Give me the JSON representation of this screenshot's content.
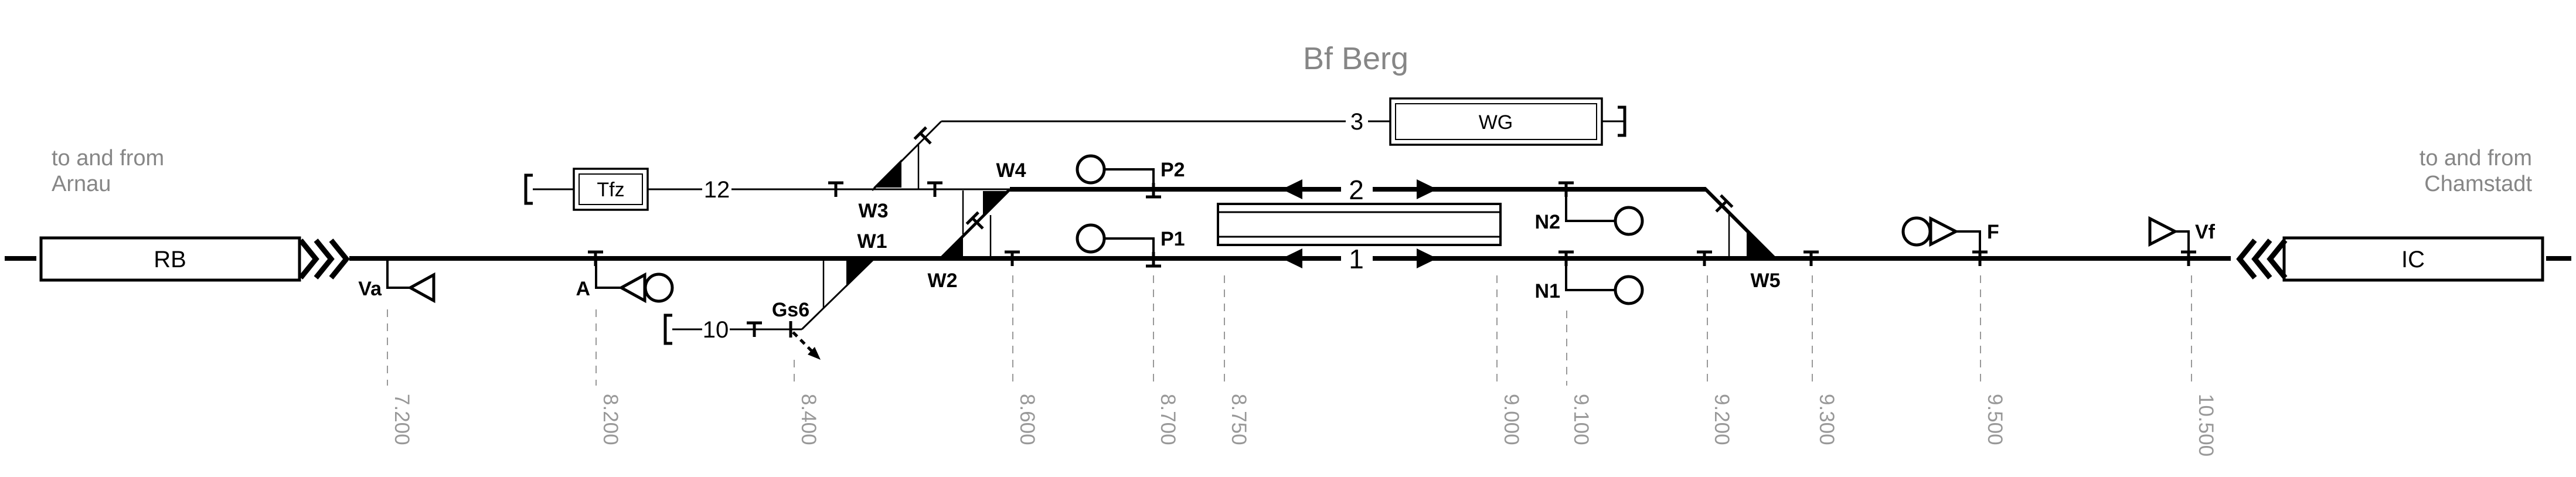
{
  "title": "Bf Berg",
  "notes": {
    "left": {
      "l1": "to and from",
      "l2": "Arnau"
    },
    "right": {
      "l1": "to and from",
      "l2": "Chamstadt"
    }
  },
  "trains": {
    "rb": "RB",
    "ic": "IC"
  },
  "facilities": {
    "tfz": "Tfz",
    "wg": "WG"
  },
  "tracks": {
    "t1": "1",
    "t2": "2",
    "t3": "3",
    "t10": "10",
    "t12": "12"
  },
  "signals": {
    "va": "Va",
    "a": "A",
    "p1": "P1",
    "p2": "P2",
    "n1": "N1",
    "n2": "N2",
    "f": "F",
    "vf": "Vf"
  },
  "switches": {
    "w1": "W1",
    "w2": "W2",
    "w3": "W3",
    "w4": "W4",
    "w5": "W5"
  },
  "derails": {
    "gs6": "Gs6"
  },
  "km_posts": [
    {
      "km": "7.200"
    },
    {
      "km": "8.200"
    },
    {
      "km": "8.400"
    },
    {
      "km": "8.600"
    },
    {
      "km": "8.700"
    },
    {
      "km": "8.750"
    },
    {
      "km": "9.000"
    },
    {
      "km": "9.100"
    },
    {
      "km": "9.200"
    },
    {
      "km": "9.300"
    },
    {
      "km": "9.500"
    },
    {
      "km": "10.500"
    }
  ],
  "colors": {
    "ink": "#000000",
    "muted_text": "#868686",
    "km_line": "#989898"
  }
}
